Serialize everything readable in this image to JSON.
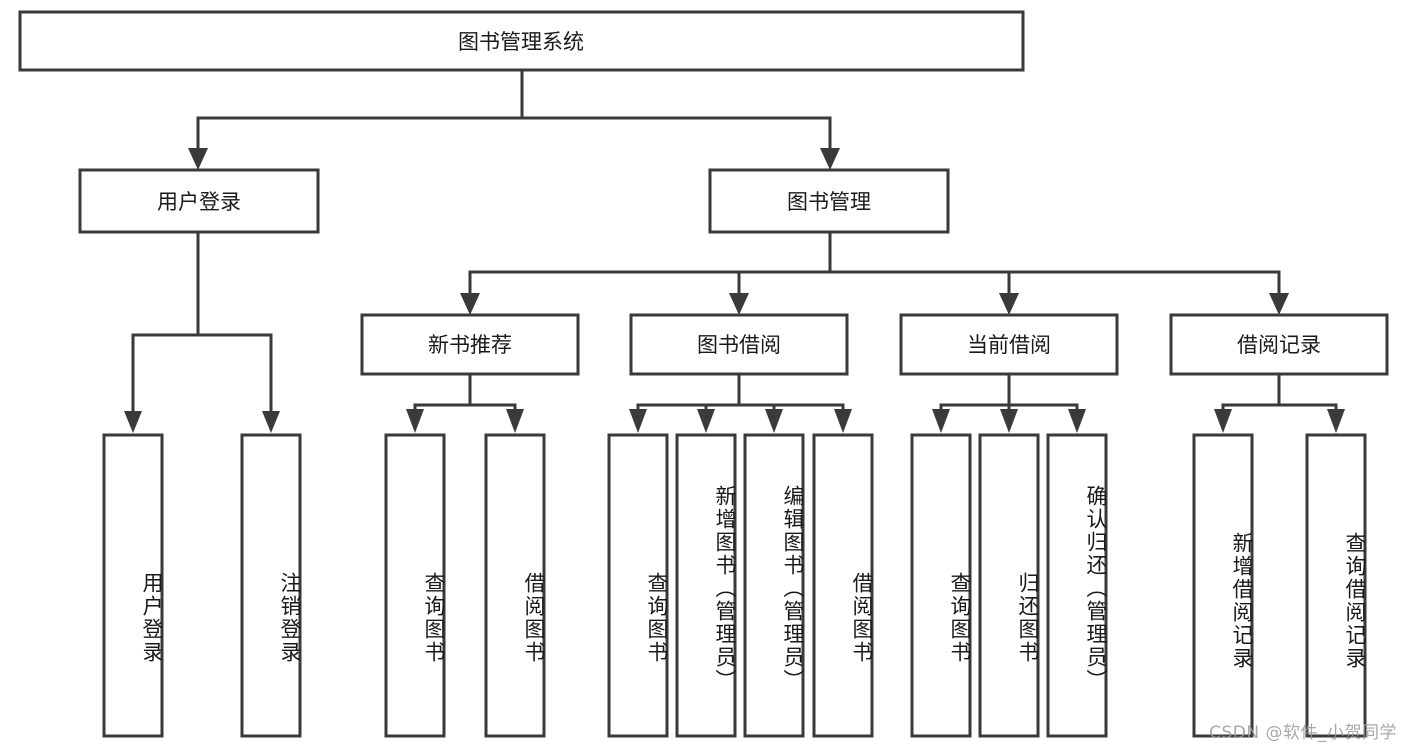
{
  "diagram": {
    "type": "tree",
    "title": "图书管理系统",
    "orientation": "top-down",
    "colors": {
      "box_stroke": "#3a3a3a",
      "box_fill": "#ffffff",
      "connector": "#3a3a3a",
      "text": "#1a1a1a",
      "background": "#ffffff",
      "watermark": "#9a9a9a"
    },
    "root": {
      "id": "root",
      "label": "图书管理系统"
    },
    "level2": [
      {
        "id": "user-login",
        "label": "用户登录"
      },
      {
        "id": "book-management",
        "label": "图书管理"
      }
    ],
    "level3": [
      {
        "id": "new-book-recommend",
        "label": "新书推荐",
        "parent": "book-management"
      },
      {
        "id": "book-borrow",
        "label": "图书借阅",
        "parent": "book-management"
      },
      {
        "id": "current-borrow",
        "label": "当前借阅",
        "parent": "book-management"
      },
      {
        "id": "borrow-record",
        "label": "借阅记录",
        "parent": "book-management"
      }
    ],
    "leaves": {
      "user-login": [
        {
          "id": "leaf-user-login",
          "label": "用户登录"
        },
        {
          "id": "leaf-user-logout",
          "label": "注销登录"
        }
      ],
      "new-book-recommend": [
        {
          "id": "leaf-query-book-1",
          "label": "查询图书"
        },
        {
          "id": "leaf-borrow-book-1",
          "label": "借阅图书"
        }
      ],
      "book-borrow": [
        {
          "id": "leaf-query-book-2",
          "label": "查询图书"
        },
        {
          "id": "leaf-add-book",
          "label": "新增图书（管理员）"
        },
        {
          "id": "leaf-edit-book",
          "label": "编辑图书（管理员）"
        },
        {
          "id": "leaf-borrow-book-2",
          "label": "借阅图书"
        }
      ],
      "current-borrow": [
        {
          "id": "leaf-query-book-3",
          "label": "查询图书"
        },
        {
          "id": "leaf-return-book",
          "label": "归还图书"
        },
        {
          "id": "leaf-confirm-return",
          "label": "确认归还（管理员）"
        }
      ],
      "borrow-record": [
        {
          "id": "leaf-add-record",
          "label": "新增借阅记录"
        },
        {
          "id": "leaf-query-record",
          "label": "查询借阅记录"
        }
      ]
    }
  },
  "watermark": {
    "text": "CSDN @软件_小贺同学"
  }
}
